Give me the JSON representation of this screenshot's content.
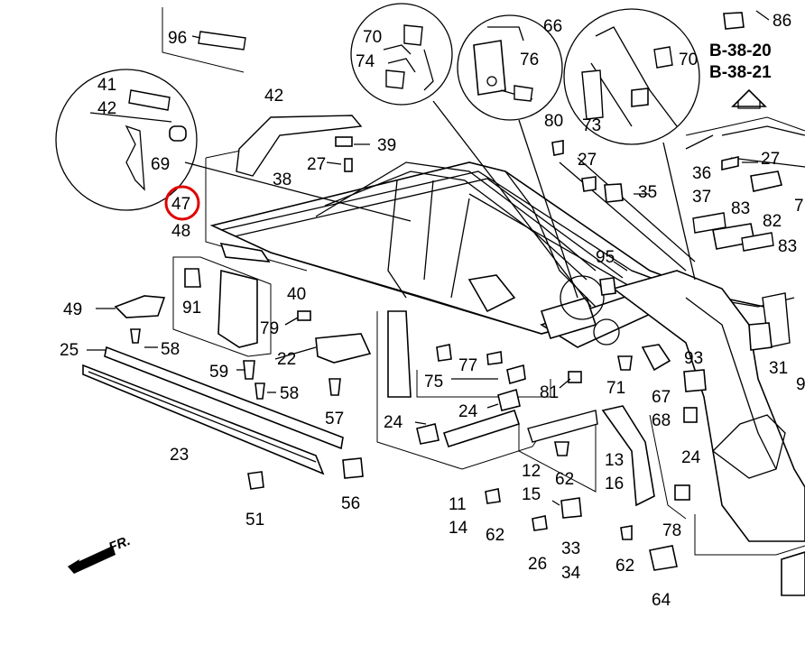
{
  "part_numbers": {
    "p96": "96",
    "p70a": "70",
    "p74": "74",
    "p66": "66",
    "p76": "76",
    "p70b": "70",
    "p86": "86",
    "p41": "41",
    "p42a": "42",
    "p42b": "42",
    "p39": "39",
    "p69": "69",
    "p38": "38",
    "p27a": "27",
    "p80": "80",
    "p73": "73",
    "p27b": "27",
    "p27c": "27",
    "p36": "36",
    "p37": "37",
    "p7": "7",
    "p47": "47",
    "p48": "48",
    "p35": "35",
    "p83a": "83",
    "p82": "82",
    "p83b": "83",
    "p49": "49",
    "p91": "91",
    "p40": "40",
    "p95": "95",
    "p79": "79",
    "p25": "25",
    "p58a": "58",
    "p22": "22",
    "p77": "77",
    "p93": "93",
    "p31": "31",
    "p9": "9",
    "p59": "59",
    "p58b": "58",
    "p75": "75",
    "p81": "81",
    "p71": "71",
    "p67": "67",
    "p68": "68",
    "p57": "57",
    "p24a": "24",
    "p24b": "24",
    "p24c": "24",
    "p23": "23",
    "p12": "12",
    "p15": "15",
    "p62a": "62",
    "p13": "13",
    "p16": "16",
    "p11": "11",
    "p14": "14",
    "p62b": "62",
    "p56": "56",
    "p51": "51",
    "p78": "78",
    "p33": "33",
    "p34": "34",
    "p26": "26",
    "p62c": "62",
    "p64": "64"
  },
  "references": {
    "ref1": "B-38-20",
    "ref2": "B-38-21"
  },
  "direction_label": "FR.",
  "highlight": {
    "part": "47",
    "color": "#e00000"
  }
}
